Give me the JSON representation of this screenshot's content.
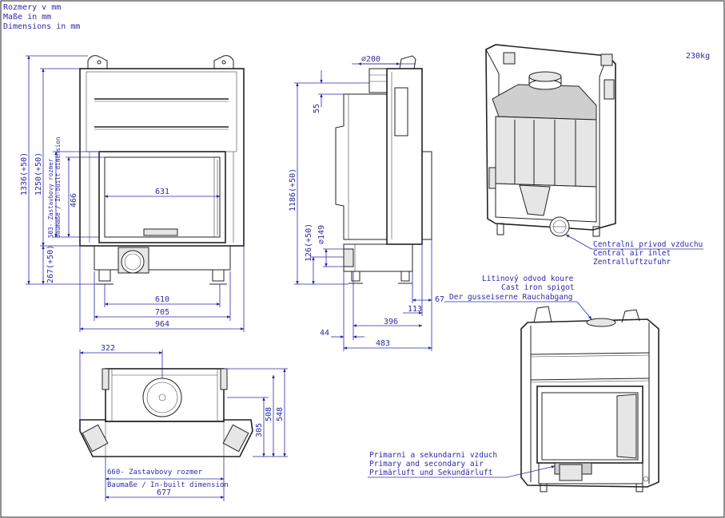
{
  "header": {
    "line1": "Rozmery v mm",
    "line2": "Maße in mm",
    "line3": "Dimensions in mm"
  },
  "weight": "230kg",
  "front_view": {
    "height_total": "1336(+50)",
    "height_1250": "1250(+50)",
    "height_267": "267(+50)",
    "builtin_height_cz": "503- Zastavbovy rozmer",
    "builtin_height_de_en": "Baumaße / In-built dimension",
    "door_height": "466",
    "glass_width": "631",
    "width_610": "610",
    "width_705": "705",
    "width_964": "964"
  },
  "side_view": {
    "flue_diameter": "∅200",
    "dim_55": "55",
    "height_1186": "1186(+50)",
    "height_126": "126(+50)",
    "air_diameter": "∅149",
    "dim_67": "67",
    "dim_113": "113",
    "dim_396": "396",
    "dim_44": "44",
    "dim_483": "483"
  },
  "plan_view": {
    "dim_322": "322",
    "dim_305": "305",
    "dim_508": "508",
    "dim_548": "548",
    "builtin_width_cz": "660- Zastavbovy rozmer",
    "builtin_width_de_en": "Baumaße / In-built dimension",
    "dim_677": "677"
  },
  "labels": {
    "central_air": [
      "Centralni privod vzduchu",
      "Central air inlet",
      "Zentralluftzufuhr"
    ],
    "spigot": [
      "Litinový odvod koure",
      "Cast iron spigot",
      "Der gusseiserne Rauchabgang"
    ],
    "primary_secondary": [
      "Primarni a sekundarni vzduch",
      "Primary and secondary air",
      "Primärluft und Sekundärluft"
    ]
  }
}
